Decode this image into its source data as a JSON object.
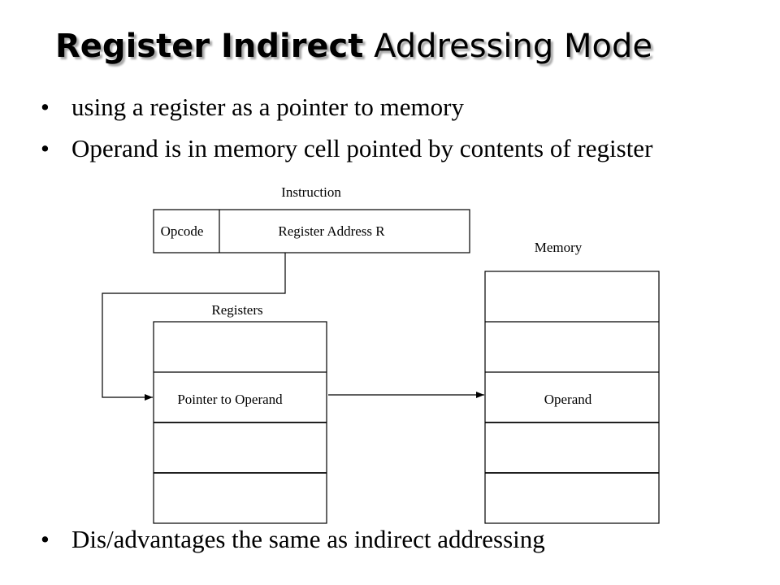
{
  "slide": {
    "title_bold": "Register Indirect",
    "title_rest": "Addressing Mode",
    "bullets": [
      "using a register as a pointer to memory",
      "Operand is in memory cell pointed by contents of register",
      "Dis/advantages the same as indirect addressing"
    ],
    "bullet_glyph": "•"
  },
  "diagram": {
    "instruction_label": "Instruction",
    "opcode_label": "Opcode",
    "register_address_label": "Register Address R",
    "registers_label": "Registers",
    "pointer_cell_label": "Pointer to Operand",
    "memory_label": "Memory",
    "operand_cell_label": "Operand"
  }
}
